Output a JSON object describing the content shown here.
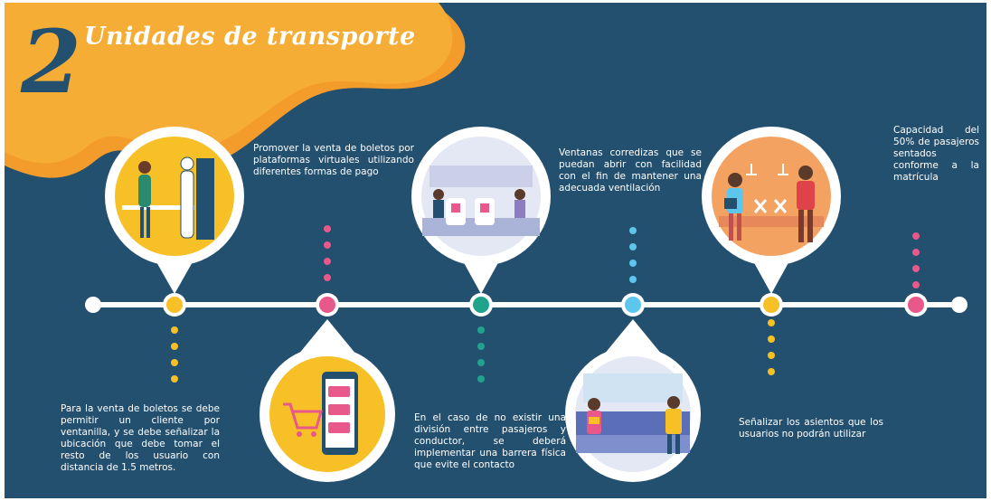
{
  "header": {
    "number": "2",
    "title": "Unidades de transporte"
  },
  "colors": {
    "background": "#24506f",
    "accent_orange": "#f5a623",
    "yellow": "#f6c026",
    "pink": "#e8588a",
    "teal": "#1fa38c",
    "light_blue": "#5cc6ec",
    "white": "#ffffff"
  },
  "steps": [
    {
      "text": "Para la venta de boletos se debe permitir un cliente por ventanilla, y se debe señalizar la ubicación que debe tomar el resto de los usuario con distancia de 1.5 metros.",
      "icon": "ticket-window-icon"
    },
    {
      "text": "Promover la venta de boletos por plataformas virtuales utilizando diferentes formas de pago",
      "icon": "phone-shopping-icon"
    },
    {
      "text": "En el caso de no existir una división entre pasajeros y conductor, se deberá implementar una barrera física que evite el contacto",
      "icon": "bus-seats-icon"
    },
    {
      "text": "Ventanas corredizas que se puedan abrir con facilidad con el fin de mantener una adecuada ventilación",
      "icon": "bus-passengers-icon"
    },
    {
      "text": "Señalizar los asientos que los usuarios no podrán utilizar",
      "icon": "masked-passengers-icon"
    },
    {
      "text": "Capacidad del 50% de pasajeros sentados conforme a la matrícula",
      "icon": ""
    }
  ]
}
